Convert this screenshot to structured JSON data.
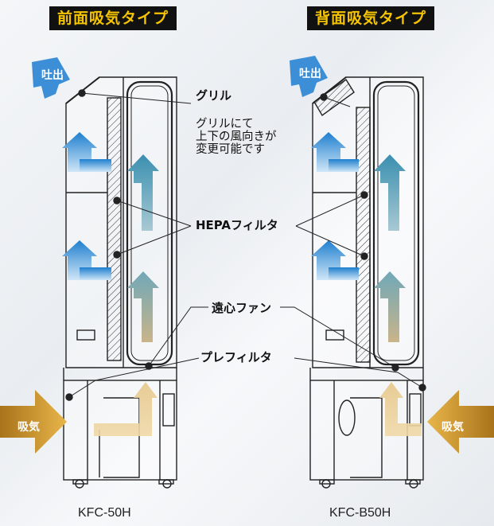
{
  "types": {
    "front": "前面吸気タイプ",
    "back": "背面吸気タイプ"
  },
  "labels": {
    "outlet": "吐出",
    "inlet": "吸気",
    "grill": "グリル",
    "grill_note": "グリルにて\n上下の風向きが\n変更可能です",
    "hepa": "HEPAフィルタ",
    "fan": "遠心ファン",
    "prefilter": "プレフィルタ"
  },
  "models": {
    "left": "KFC-50H",
    "right": "KFC-B50H"
  },
  "colors": {
    "air_blue": "#2f86c8",
    "air_intake": "#d39a2a",
    "badge_bg": "#111111",
    "badge_text": "#f6c400"
  }
}
